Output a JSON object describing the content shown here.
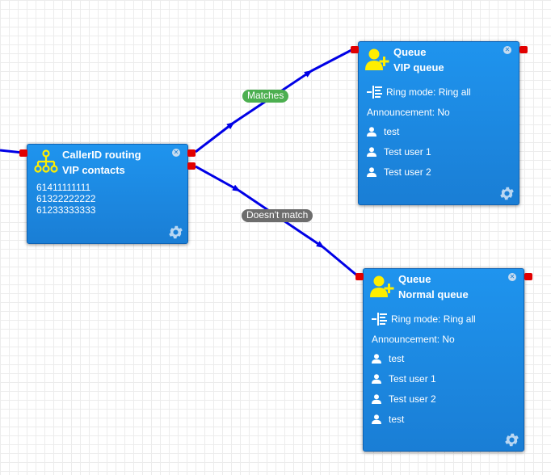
{
  "canvas": {
    "edges": {
      "matches_label": "Matches",
      "no_match_label": "Doesn't match"
    }
  },
  "callerid_node": {
    "type_label": "CallerID routing",
    "name": "VIP contacts",
    "numbers": [
      "61411111111",
      "61322222222",
      "61233333333"
    ],
    "icon": "org-chart-icon"
  },
  "queue_vip": {
    "type_label": "Queue",
    "name": "VIP queue",
    "ring_mode": "Ring mode: Ring all",
    "announcement": "Announcement: No",
    "members": [
      "test",
      "Test user 1",
      "Test user 2"
    ],
    "icon": "add-user-icon"
  },
  "queue_normal": {
    "type_label": "Queue",
    "name": "Normal queue",
    "ring_mode": "Ring mode: Ring all",
    "announcement": "Announcement: No",
    "members": [
      "test",
      "Test user 1",
      "Test user 2",
      "test"
    ],
    "icon": "add-user-icon"
  },
  "colors": {
    "node_bg": "#1a86e0",
    "wire": "#0000e6",
    "port": "#e20000",
    "matches_badge": "#4caf50",
    "no_match_badge": "#6d6d6d",
    "icon_yellow": "#ffee00"
  }
}
